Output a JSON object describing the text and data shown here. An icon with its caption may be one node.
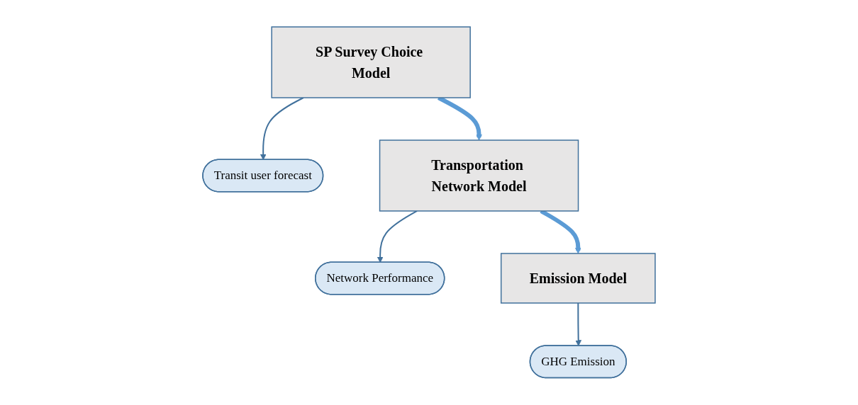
{
  "diagram": {
    "nodes": [
      {
        "text": [
          "SP Survey Choice Model"
        ]
      },
      {
        "text": [
          "Transit user forecast"
        ]
      },
      {
        "text": [
          "Transportation Network Model"
        ]
      },
      {
        "text": [
          "Network Performance"
        ]
      },
      {
        "text": [
          "Emission Model"
        ]
      },
      {
        "text": [
          "GHG Emission"
        ]
      }
    ],
    "edges": [
      {
        "from": 0,
        "to": 1,
        "arrow": "to"
      },
      {
        "from": 0,
        "to": 2,
        "arrow": "to",
        "style": "thick",
        "color": "#5b9bd5"
      },
      {
        "from": 2,
        "to": 3,
        "arrow": "to"
      },
      {
        "from": 2,
        "to": 4,
        "arrow": "to",
        "style": "thick",
        "color": "#5b9bd5"
      },
      {
        "from": 4,
        "to": 5,
        "arrow": "to"
      }
    ]
  }
}
